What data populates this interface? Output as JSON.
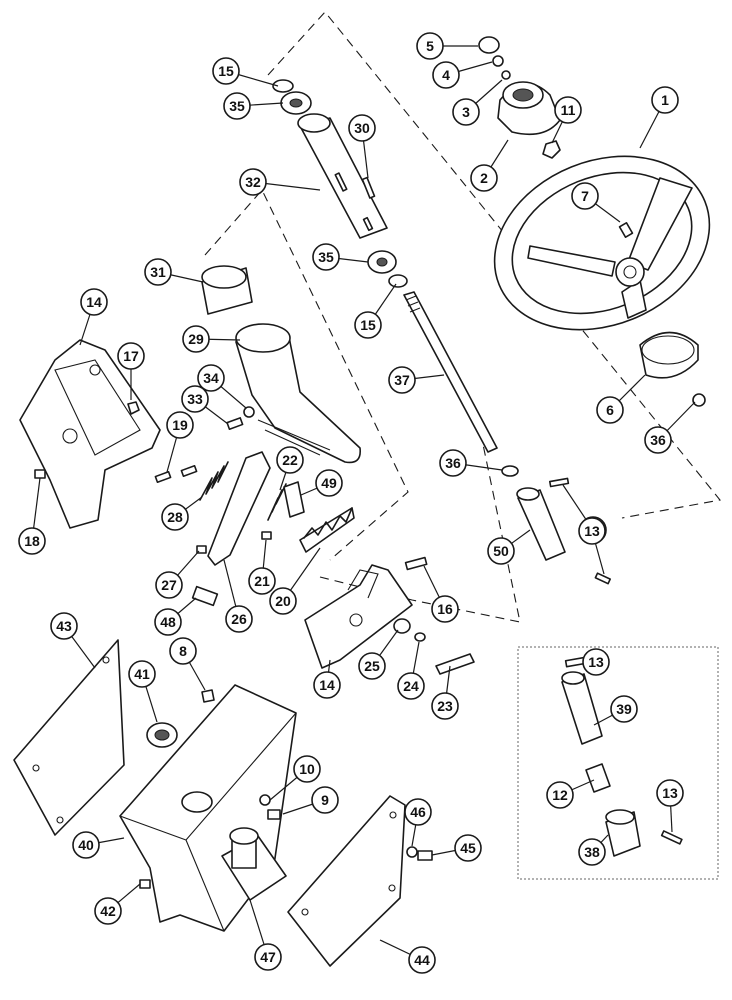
{
  "callouts": [
    {
      "label": "1"
    },
    {
      "label": "2"
    },
    {
      "label": "3"
    },
    {
      "label": "4"
    },
    {
      "label": "5"
    },
    {
      "label": "6"
    },
    {
      "label": "7"
    },
    {
      "label": "8"
    },
    {
      "label": "9"
    },
    {
      "label": "10"
    },
    {
      "label": "11"
    },
    {
      "label": "12"
    },
    {
      "label": "13"
    },
    {
      "label": "13"
    },
    {
      "label": "13"
    },
    {
      "label": "13"
    },
    {
      "label": "14"
    },
    {
      "label": "14"
    },
    {
      "label": "15"
    },
    {
      "label": "15"
    },
    {
      "label": "16"
    },
    {
      "label": "17"
    },
    {
      "label": "18"
    },
    {
      "label": "19"
    },
    {
      "label": "20"
    },
    {
      "label": "21"
    },
    {
      "label": "22"
    },
    {
      "label": "23"
    },
    {
      "label": "24"
    },
    {
      "label": "25"
    },
    {
      "label": "26"
    },
    {
      "label": "27"
    },
    {
      "label": "28"
    },
    {
      "label": "29"
    },
    {
      "label": "30"
    },
    {
      "label": "31"
    },
    {
      "label": "32"
    },
    {
      "label": "33"
    },
    {
      "label": "34"
    },
    {
      "label": "35"
    },
    {
      "label": "35"
    },
    {
      "label": "36"
    },
    {
      "label": "36"
    },
    {
      "label": "37"
    },
    {
      "label": "38"
    },
    {
      "label": "39"
    },
    {
      "label": "40"
    },
    {
      "label": "41"
    },
    {
      "label": "42"
    },
    {
      "label": "43"
    },
    {
      "label": "44"
    },
    {
      "label": "45"
    },
    {
      "label": "46"
    },
    {
      "label": "47"
    },
    {
      "label": "48"
    },
    {
      "label": "49"
    },
    {
      "label": "50"
    }
  ]
}
